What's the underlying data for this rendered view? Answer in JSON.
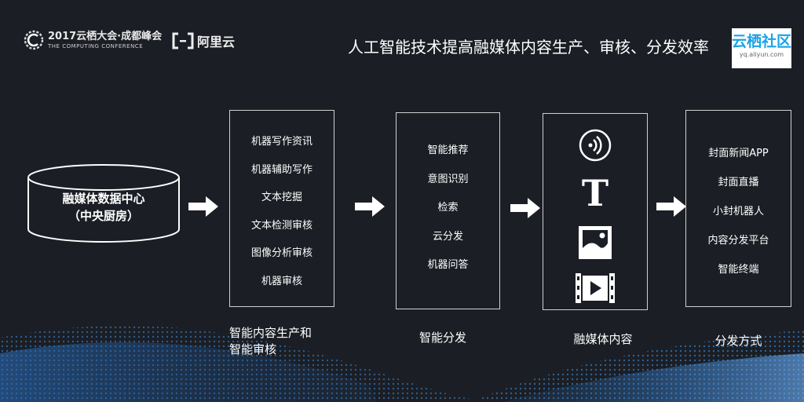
{
  "header": {
    "conference_title": "2017云栖大会·成都峰会",
    "conference_subtitle": "THE COMPUTING CONFERENCE",
    "aliyun_name": "阿里云",
    "slide_title": "人工智能技术提高融媒体内容生产、审核、分发效率",
    "watermark_name": "云栖社区",
    "watermark_url": "yq.aliyun.com"
  },
  "database": {
    "line1": "融媒体数据中心",
    "line2": "（中央厨房）"
  },
  "columns": [
    {
      "items": [
        "机器写作资讯",
        "机器辅助写作",
        "文本挖掘",
        "文本检测审核",
        "图像分析审核",
        "机器审核"
      ],
      "caption": [
        "智能内容生产和",
        "智能审核"
      ]
    },
    {
      "items": [
        "智能推荐",
        "意图识别",
        "检索",
        "云分发",
        "机器问答"
      ],
      "caption": [
        "智能分发"
      ]
    },
    {
      "icons": [
        "audio-wave-icon",
        "text-t-icon",
        "image-icon",
        "video-icon"
      ],
      "text_icon_glyph": "T",
      "caption": [
        "融媒体内容"
      ]
    },
    {
      "items": [
        "封面新闻APP",
        "封面直播",
        "小封机器人",
        "内容分发平台",
        "智能终端"
      ],
      "caption": [
        "分发方式"
      ]
    }
  ],
  "colors": {
    "background": "#1b1e24",
    "wave": "#2c7fd0",
    "watermark": "#1aa3e8",
    "border": "#d0d0d0"
  }
}
